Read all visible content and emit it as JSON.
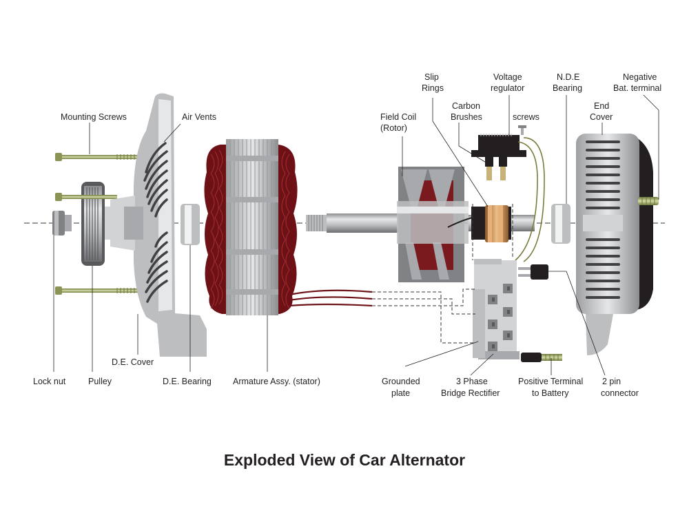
{
  "title": "Exploded View of Car Alternator",
  "labels": {
    "mounting_screws": "Mounting Screws",
    "air_vents": "Air Vents",
    "field_coil_1": "Field Coil",
    "field_coil_2": "(Rotor)",
    "slip_rings_1": "Slip",
    "slip_rings_2": "Rings",
    "carbon_brushes_1": "Carbon",
    "carbon_brushes_2": "Brushes",
    "voltage_regulator_1": "Voltage",
    "voltage_regulator_2": "regulator",
    "screws": "screws",
    "nde_bearing_1": "N.D.E",
    "nde_bearing_2": "Bearing",
    "end_cover_1": "End",
    "end_cover_2": "Cover",
    "negative_terminal_1": "Negative",
    "negative_terminal_2": "Bat. terminal",
    "de_cover": "D.E. Cover",
    "lock_nut": "Lock nut",
    "pulley": "Pulley",
    "de_bearing": "D.E. Bearing",
    "armature": "Armature Assy. (stator)",
    "grounded_plate_1": "Grounded",
    "grounded_plate_2": "plate",
    "rectifier_1": "3 Phase",
    "rectifier_2": "Bridge Rectifier",
    "positive_terminal_1": "Positive Terminal",
    "positive_terminal_2": "to Battery",
    "connector_1": "2 pin",
    "connector_2": "connector"
  },
  "colors": {
    "metal_light": "#d9dadb",
    "metal_mid": "#a7a9ac",
    "metal_dark": "#58595b",
    "coil": "#6d1116",
    "copper": "#c9915a",
    "brass": "#b9a45a",
    "black": "#231f20"
  }
}
